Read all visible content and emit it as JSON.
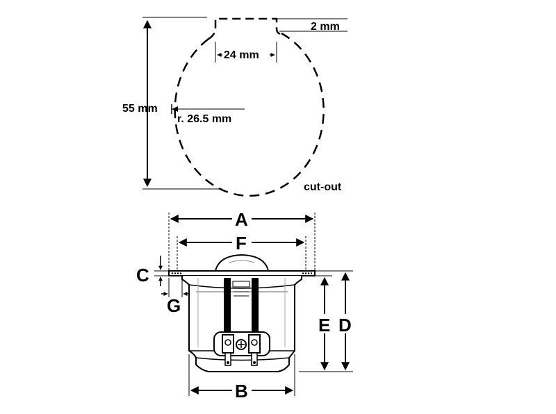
{
  "cutout": {
    "tab_depth": "2 mm",
    "tab_width": "24 mm",
    "height": "55 mm",
    "radius": "r. 26.5 mm",
    "caption": "cut-out"
  },
  "side_view": {
    "label_a": "A",
    "label_b": "B",
    "label_c": "C",
    "label_d": "D",
    "label_e": "E",
    "label_f": "F",
    "label_g": "G"
  }
}
